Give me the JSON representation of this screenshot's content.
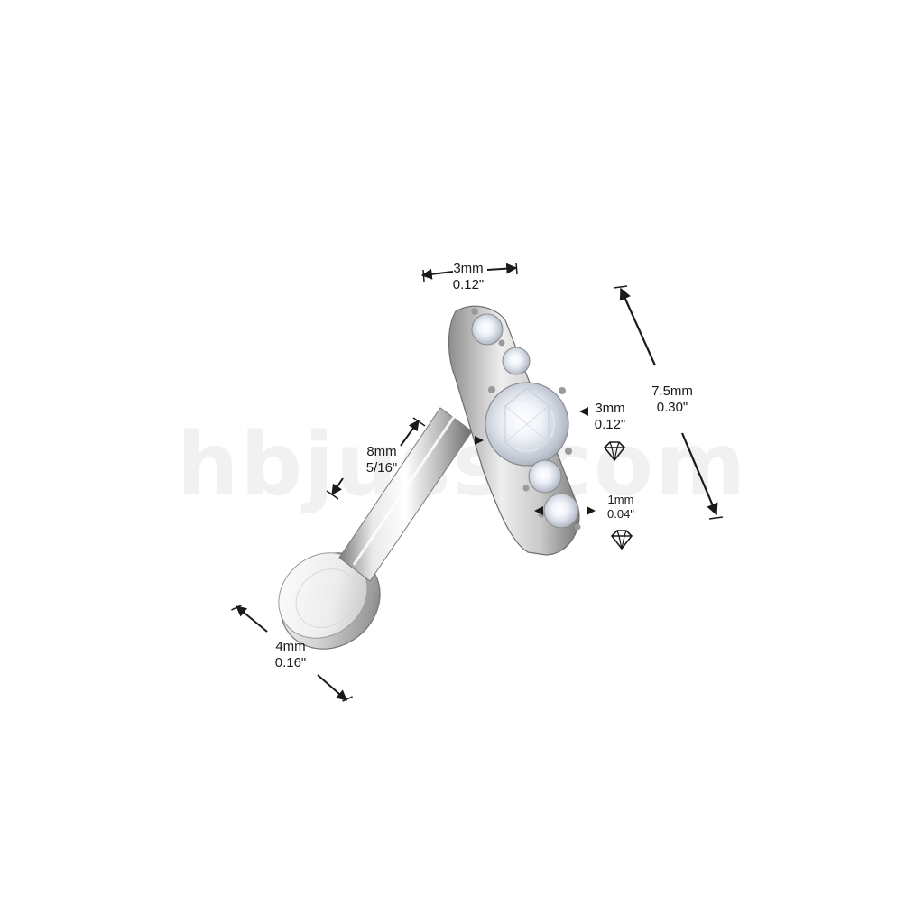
{
  "watermark": "hbjuss.com",
  "dimensions": {
    "top_width": {
      "mm": "3mm",
      "inch": "0.12\""
    },
    "length": {
      "mm": "7.5mm",
      "inch": "0.30\""
    },
    "center_stone": {
      "mm": "3mm",
      "inch": "0.12\""
    },
    "small_stone": {
      "mm": "1mm",
      "inch": "0.04\""
    },
    "post_length": {
      "mm": "8mm",
      "inch": "5/16\""
    },
    "disc_diameter": {
      "mm": "4mm",
      "inch": "0.16\""
    }
  },
  "icons": {
    "center_stone_icon": "gem-icon",
    "small_stone_icon": "gem-icon"
  },
  "colors": {
    "background": "#ffffff",
    "ink": "#1a1a1a",
    "metal_light": "#f2f2f2",
    "metal_dark": "#8a8a8a",
    "watermark": "#f1f1f1"
  }
}
